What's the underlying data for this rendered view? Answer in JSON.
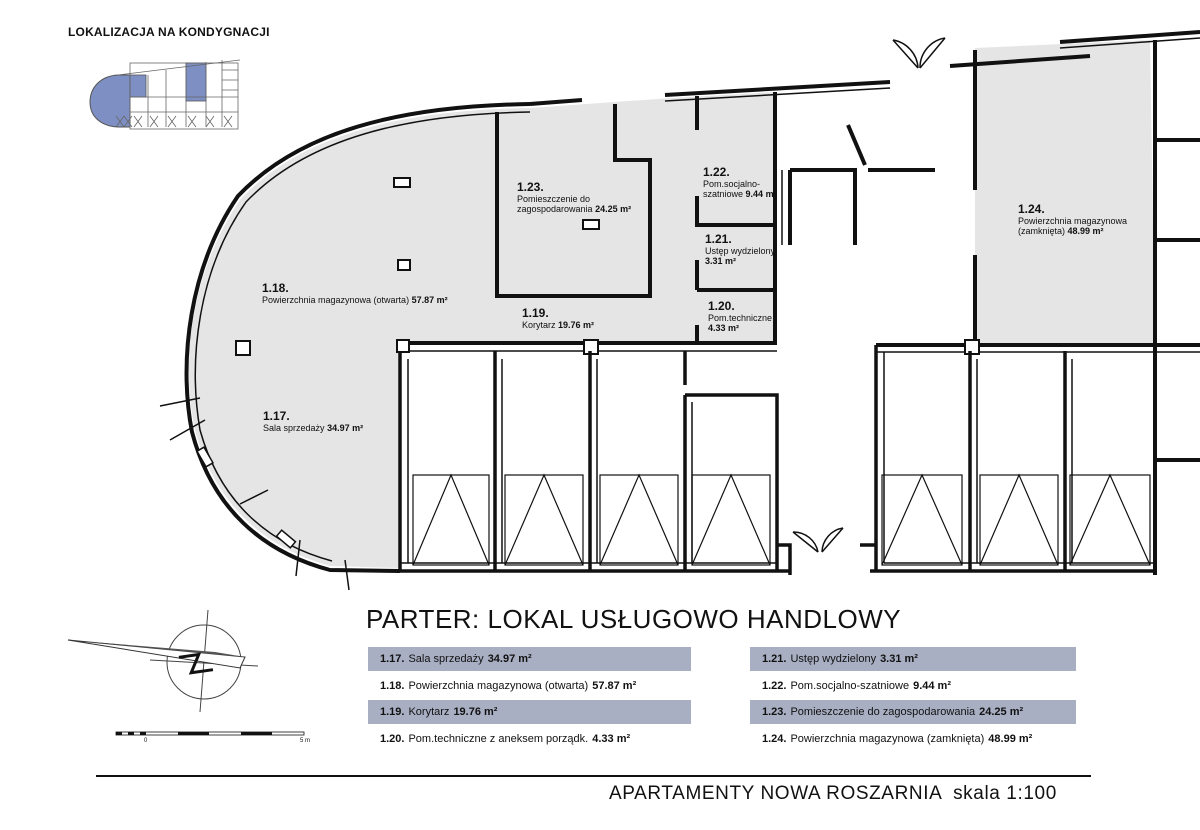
{
  "location_title": "LOKALIZACJA NA KONDYGNACJI",
  "main_title": "PARTER: LOKAL USŁUGOWO HANDLOWY",
  "footer": {
    "title": "APARTAMENTY NOWA ROSZARNIA  skala 1:100"
  },
  "scale_bar": {
    "zero": "0",
    "five": "5 m"
  },
  "colors": {
    "room_fill": "#e5e5e5",
    "wall": "#111111",
    "legend_shade": "#a9afc3",
    "keyplan_highlight": "#7e8fc4"
  },
  "rooms": [
    {
      "number": "1.17.",
      "name": "Sala sprzedaży",
      "area": "34.97 m²"
    },
    {
      "number": "1.18.",
      "name": "Powierzchnia magazynowa (otwarta)",
      "area": "57.87 m²"
    },
    {
      "number": "1.19.",
      "name": "Korytarz",
      "area": "19.76 m²"
    },
    {
      "number": "1.20.",
      "name_line1": "Pom.techniczne",
      "area": "4.33 m²"
    },
    {
      "number": "1.21.",
      "name_line1": "Ustęp wydzielony",
      "area": "3.31 m²"
    },
    {
      "number": "1.22.",
      "name_line1": "Pom.socjalno-",
      "name_line2": "szatniowe",
      "area": "9.44 m²"
    },
    {
      "number": "1.23.",
      "name_line1": "Pomieszczenie do",
      "name_line2": "zagospodarowania",
      "area": "24.25 m²"
    },
    {
      "number": "1.24.",
      "name_line1": "Powierzchnia magazynowa",
      "name_line2": "(zamknięta)",
      "area": "48.99 m²"
    }
  ],
  "legend": [
    {
      "num": "1.17.",
      "text": "Sala sprzedaży",
      "value": "34.97 m²"
    },
    {
      "num": "1.18.",
      "text": "Powierzchnia magazynowa (otwarta)",
      "value": "57.87 m²"
    },
    {
      "num": "1.19.",
      "text": "Korytarz",
      "value": "19.76 m²"
    },
    {
      "num": "1.20.",
      "text": "Pom.techniczne z aneksem porządk.",
      "value": "4.33 m²"
    },
    {
      "num": "1.21.",
      "text": "Ustęp wydzielony",
      "value": "3.31 m²"
    },
    {
      "num": "1.22.",
      "text": "Pom.socjalno-szatniowe",
      "value": "9.44 m²"
    },
    {
      "num": "1.23.",
      "text": "Pomieszczenie do zagospodarowania",
      "value": "24.25 m²"
    },
    {
      "num": "1.24.",
      "text": "Powierzchnia magazynowa (zamknięta)",
      "value": "48.99 m²"
    }
  ]
}
